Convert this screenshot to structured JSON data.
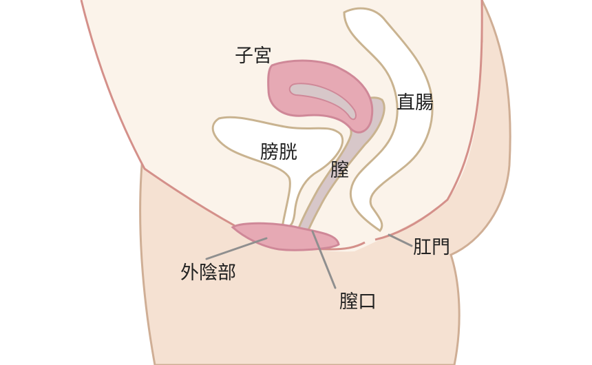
{
  "labels": {
    "uterus": "子宮",
    "rectum": "直腸",
    "bladder": "膀胱",
    "vagina": "膣",
    "anus": "肛門",
    "vulva": "外陰部",
    "vaginal_opening": "膣口"
  },
  "colors": {
    "skin_light": "#fbf3ea",
    "skin_dark": "#f5e1d2",
    "outline_skin": "#cfae95",
    "outline_red": "#d4908a",
    "organ_pink": "#e6a9b4",
    "organ_outline": "#cf8898",
    "vagina_gray": "#d7c7c9",
    "hollow_white": "#ffffff",
    "hollow_outline": "#c9b390",
    "leader_line": "#8f8f8f",
    "text": "#222222"
  }
}
